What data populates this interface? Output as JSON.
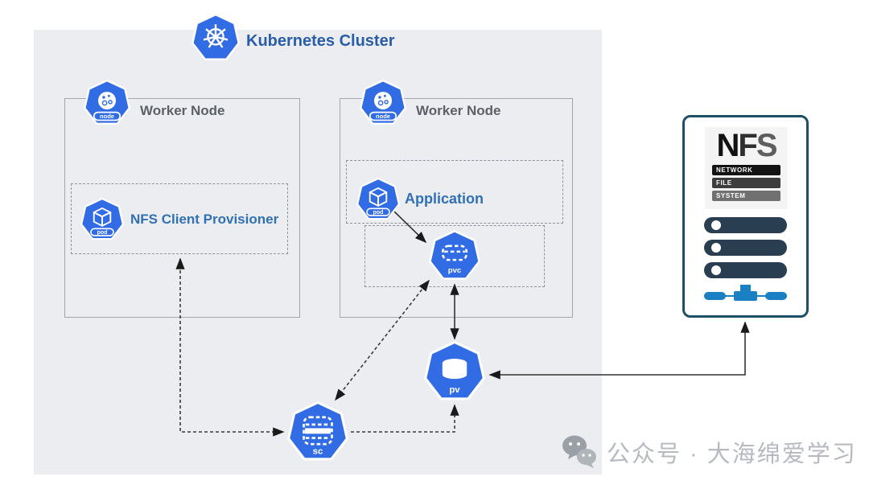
{
  "title": "Kubernetes Cluster",
  "cluster": {
    "worker_nodes": [
      {
        "label": "Worker Node",
        "badge": "node"
      },
      {
        "label": "Worker Node",
        "badge": "node"
      }
    ],
    "provisioner": {
      "label": "NFS Client Provisioner",
      "badge": "pod"
    },
    "application": {
      "label": "Application",
      "badge": "pod"
    },
    "pvc": {
      "badge": "pvc"
    },
    "pv": {
      "badge": "pv"
    },
    "sc": {
      "badge": "sc"
    }
  },
  "nfs_server": {
    "letters": [
      "N",
      "F",
      "S"
    ],
    "lines": [
      "NETWORK",
      "FILE",
      "SYSTEM"
    ]
  },
  "watermark": {
    "text": "公众号 · 大海绵爱学习"
  },
  "connections": [
    {
      "from": "application-pod",
      "to": "pvc",
      "style": "solid",
      "heads": "end"
    },
    {
      "from": "pvc",
      "to": "pv",
      "style": "solid",
      "heads": "both"
    },
    {
      "from": "pv",
      "to": "nfs-server",
      "style": "solid",
      "heads": "both"
    },
    {
      "from": "nfs-client-provisioner",
      "to": "sc",
      "style": "dashed",
      "heads": "both"
    },
    {
      "from": "pvc",
      "to": "sc",
      "style": "dashed",
      "heads": "both"
    },
    {
      "from": "sc",
      "to": "pv",
      "style": "dashed",
      "heads": "end"
    }
  ],
  "colors": {
    "k8s_blue": "#326ce5",
    "title_blue": "#2a5da8",
    "label_blue": "#3070b3",
    "cluster_bg": "#ecedf1",
    "server_bar": "#2a3e52",
    "server_accent": "#1b7fc4",
    "server_border": "#1d4f66"
  }
}
